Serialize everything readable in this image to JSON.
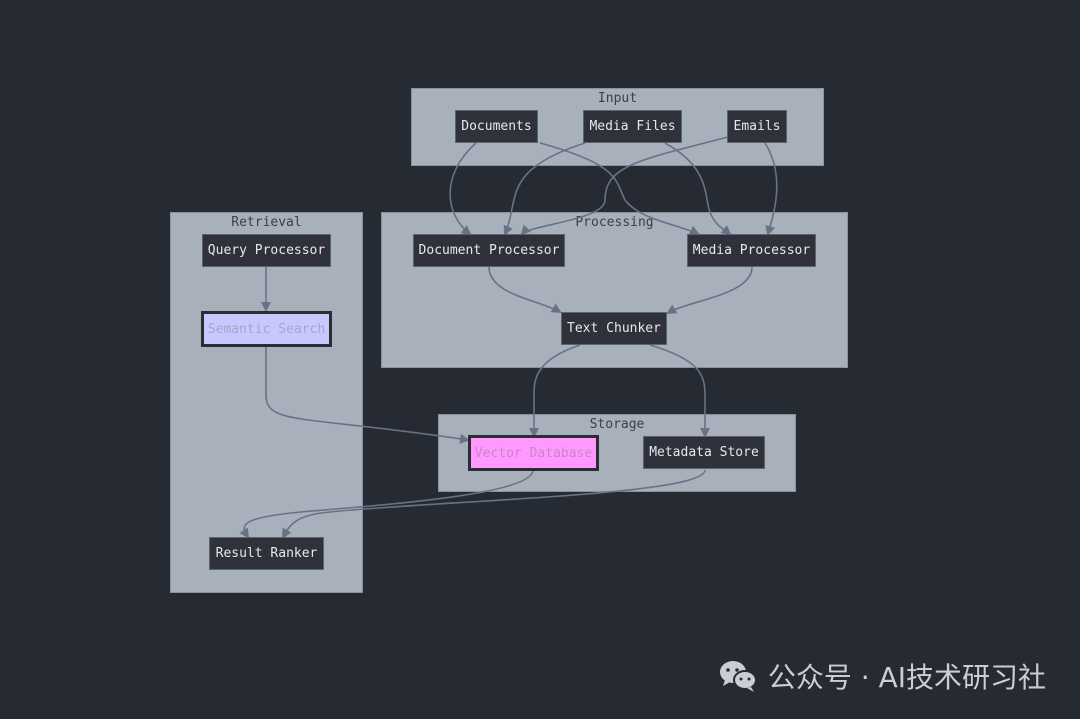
{
  "clusters": {
    "input": "Input",
    "processing": "Processing",
    "retrieval": "Retrieval",
    "storage": "Storage"
  },
  "nodes": {
    "documents": "Documents",
    "media_files": "Media Files",
    "emails": "Emails",
    "document_processor": "Document Processor",
    "media_processor": "Media Processor",
    "text_chunker": "Text Chunker",
    "query_processor": "Query Processor",
    "semantic_search": "Semantic Search",
    "vector_database": "Vector Database",
    "metadata_store": "Metadata Store",
    "result_ranker": "Result Ranker"
  },
  "colors": {
    "background": "#262a33",
    "cluster_fill": "#a8b0bc",
    "node_fill": "#2f323b",
    "edge": "#6a7186",
    "highlight_blue": "#c8c8ff",
    "highlight_pink": "#ff99ff"
  },
  "watermark": {
    "icon": "wechat-icon",
    "text": "公众号 · AI技术研习社"
  }
}
